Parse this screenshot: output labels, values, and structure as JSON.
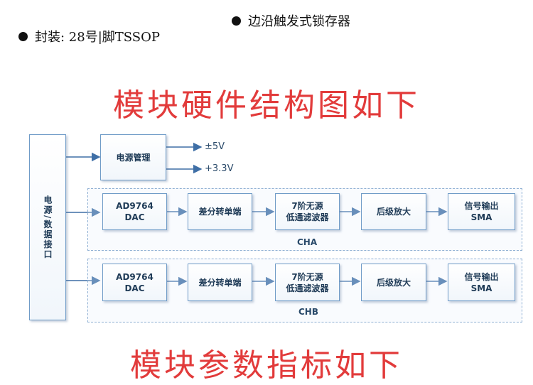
{
  "specs": {
    "items": [
      {
        "text": "边沿触发式锁存器"
      },
      {
        "text": "封装: 28号|脚TSSOP"
      }
    ]
  },
  "headings": {
    "hardware_structure": "模块硬件结构图如下",
    "parameters": "模块参数指标如下"
  },
  "diagram": {
    "interface": "电源/数据接口",
    "power": {
      "box": "电源管理",
      "out1": "±5V",
      "out2": "+3.3V"
    },
    "channels": [
      {
        "name": "CHA",
        "blocks": [
          {
            "line1": "AD9764",
            "line2": "DAC"
          },
          {
            "line1": "差分转单端",
            "line2": ""
          },
          {
            "line1": "7阶无源",
            "line2": "低通滤波器"
          },
          {
            "line1": "后级放大",
            "line2": ""
          },
          {
            "line1": "信号输出",
            "line2": "SMA"
          }
        ]
      },
      {
        "name": "CHB",
        "blocks": [
          {
            "line1": "AD9764",
            "line2": "DAC"
          },
          {
            "line1": "差分转单端",
            "line2": ""
          },
          {
            "line1": "7阶无源",
            "line2": "低通滤波器"
          },
          {
            "line1": "后级放大",
            "line2": ""
          },
          {
            "line1": "信号输出",
            "line2": "SMA"
          }
        ]
      }
    ]
  }
}
